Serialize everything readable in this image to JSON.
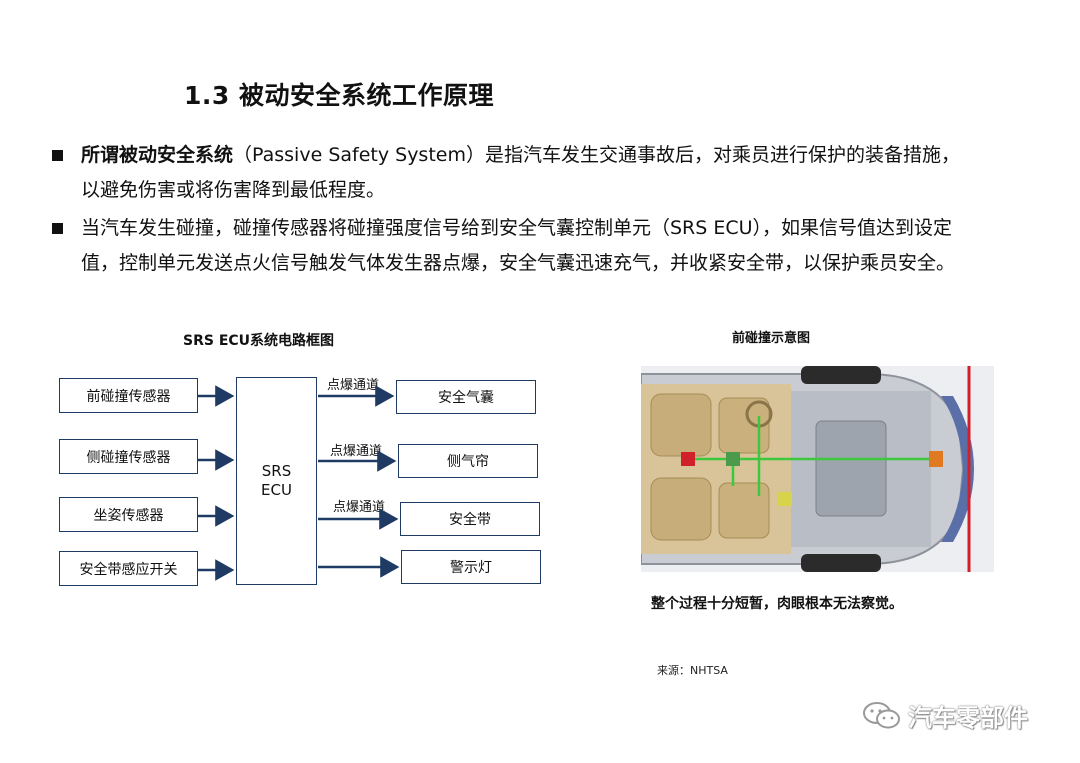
{
  "title": "1.3 被动安全系统工作原理",
  "bullets": [
    {
      "bold": "所谓被动安全系统",
      "line1_rest": "（Passive Safety System）是指汽车发生交通事故后，对乘员进行保护的装备措施，",
      "line2": "以避免伤害或将伤害降到最低程度。"
    },
    {
      "line1": "当汽车发生碰撞，碰撞传感器将碰撞强度信号给到安全气囊控制单元（SRS ECU），如果信号值达到设定",
      "line2": "值，控制单元发送点火信号触发气体发生器点爆，安全气囊迅速充气，并收紧安全带，以保护乘员安全。"
    }
  ],
  "diagram": {
    "title": "SRS ECU系统电路框图",
    "inputs": [
      "前碰撞传感器",
      "侧碰撞传感器",
      "坐姿传感器",
      "安全带感应开关"
    ],
    "ecu": {
      "line1": "SRS",
      "line2": "ECU"
    },
    "channel_label": "点爆通道",
    "outputs": [
      "安全气囊",
      "侧气帘",
      "安全带",
      "警示灯"
    ]
  },
  "photo": {
    "title": "前碰撞示意图",
    "caption": "整个过程十分短暂，肉眼根本无法察觉。",
    "source": "来源：NHTSA"
  },
  "watermark": {
    "text": "汽车零部件",
    "icon": "wechat-icon"
  },
  "colors": {
    "box_border": "#1f3b63",
    "arrow": "#1f3b63",
    "highlight_red": "#d0202a",
    "signal_green": "#3cc83c"
  }
}
